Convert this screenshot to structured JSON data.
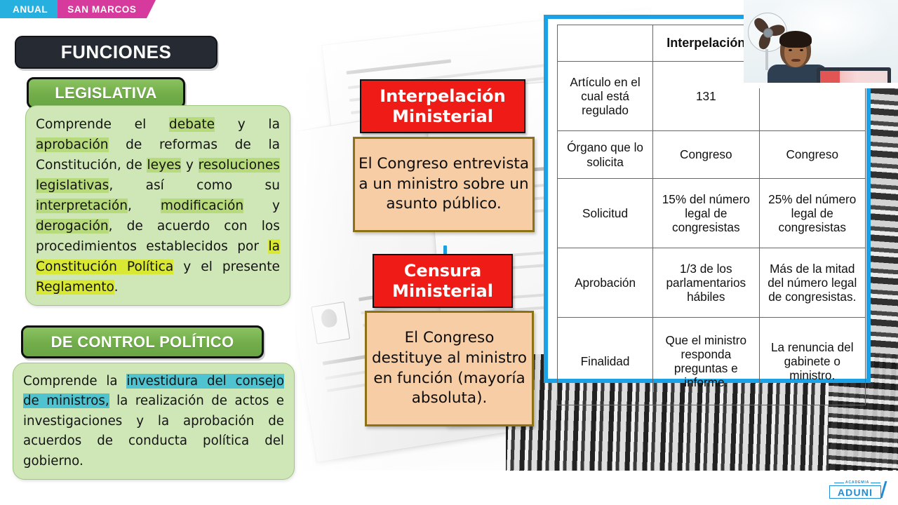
{
  "banner": {
    "left_label": "ANUAL",
    "right_label": "SAN MARCOS",
    "left_color": "#25b0e0",
    "right_color": "#d63a9c"
  },
  "slide": {
    "title": "FUNCIONES",
    "sections": [
      {
        "pill_label": "LEGISLATIVA",
        "body_plain": "Comprende el debate y la aprobación de reformas de la Constitución, de leyes y resoluciones legislativas, así como su interpretación, modificación y derogación, de acuerdo con los procedimientos establecidos por la Constitución Política y el presente Reglamento.",
        "fragments": [
          {
            "text": "Comprende el ",
            "highlight": "none"
          },
          {
            "text": "debate",
            "highlight": "green"
          },
          {
            "text": " y la ",
            "highlight": "none"
          },
          {
            "text": "aprobación",
            "highlight": "green"
          },
          {
            "text": " de reformas de la Constitución, de ",
            "highlight": "none"
          },
          {
            "text": "leyes",
            "highlight": "green"
          },
          {
            "text": " y ",
            "highlight": "none"
          },
          {
            "text": "resoluciones legislativas",
            "highlight": "green"
          },
          {
            "text": ", así como su ",
            "highlight": "none"
          },
          {
            "text": "interpretación",
            "highlight": "green"
          },
          {
            "text": ", ",
            "highlight": "none"
          },
          {
            "text": "modificación",
            "highlight": "green"
          },
          {
            "text": " y ",
            "highlight": "none"
          },
          {
            "text": "derogación",
            "highlight": "green"
          },
          {
            "text": ", de acuerdo con los procedimientos establecidos por ",
            "highlight": "none"
          },
          {
            "text": "la Constitución Política",
            "highlight": "yellow"
          },
          {
            "text": " y el presente ",
            "highlight": "none"
          },
          {
            "text": "Reglamento",
            "highlight": "yellow"
          },
          {
            "text": ".",
            "highlight": "none"
          }
        ]
      },
      {
        "pill_label": "DE CONTROL POLÍTICO",
        "body_plain": "Comprende la investidura del consejo de ministros, la realización de actos e investigaciones y la aprobación de acuerdos de conducta política del gobierno.",
        "fragments": [
          {
            "text": "Comprende la ",
            "highlight": "none"
          },
          {
            "text": "investidura del consejo de ministros,",
            "highlight": "cyan"
          },
          {
            "text": " la realización de actos e investigaciones y la aprobación de acuerdos de conducta política del gobierno.",
            "highlight": "none"
          }
        ]
      }
    ]
  },
  "concepts": [
    {
      "heading": "Interpelación Ministerial",
      "heading_line1": "Interpelación",
      "heading_line2": "Ministerial",
      "body": "El Congreso entrevista a un ministro sobre un asunto público.",
      "heading_color": "#ee1b17",
      "body_color": "#f6cda5"
    },
    {
      "heading": "Censura Ministerial",
      "heading_line1": "Censura",
      "heading_line2": "Ministerial",
      "body": "El Congreso destituye al ministro en función (mayoría absoluta).",
      "heading_color": "#ee1b17",
      "body_color": "#f6cda5"
    }
  ],
  "comparison_table": {
    "frame_color": "#1ba2e6",
    "headers": [
      "",
      "Interpelación",
      ""
    ],
    "rows": [
      {
        "label": "Artículo en el cual está regulado",
        "interpelacion": "131",
        "censura": ""
      },
      {
        "label": "Órgano que lo solicita",
        "interpelacion": "Congreso",
        "censura": "Congreso"
      },
      {
        "label": "Solicitud",
        "interpelacion": "15% del número legal de congresistas",
        "censura": "25% del número legal de congresistas"
      },
      {
        "label": "Aprobación",
        "interpelacion": "1/3 de los parlamentarios hábiles",
        "censura": "Más de la mitad del número legal de congresistas."
      },
      {
        "label": "Finalidad",
        "interpelacion": "Que el ministro responda preguntas e informe.",
        "censura": "La renuncia del gabinete o ministro."
      }
    ]
  },
  "logo": {
    "top_text": "ACADEMIA",
    "name": "ADUNI",
    "color": "#1f8ed6"
  }
}
